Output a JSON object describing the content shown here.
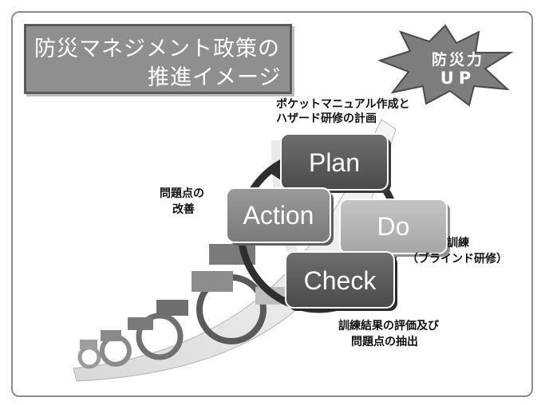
{
  "title": {
    "line1": "防災マネジメント政策の",
    "line2": "推進イメージ"
  },
  "badge": {
    "line1": "防災力",
    "line2": "UP"
  },
  "cycle": {
    "plan": "Plan",
    "do": "Do",
    "check": "Check",
    "action": "Action"
  },
  "annotations": {
    "plan_line1": "ポケットマニュアル作成と",
    "plan_line2": "ハザード研修の計画",
    "action_line1": "問題点の",
    "action_line2": "改善",
    "do_line1": "訓練",
    "do_line2": "（ブラインド研修）",
    "check_line1": "訓練結果の評価及び",
    "check_line2": "問題点の抽出"
  }
}
